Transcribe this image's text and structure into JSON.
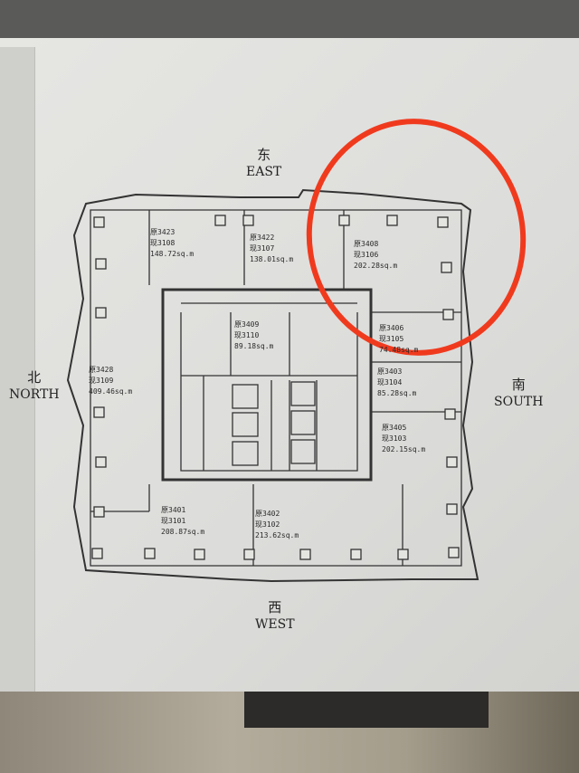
{
  "directions": {
    "east": {
      "cn": "东",
      "en": "EAST"
    },
    "north": {
      "cn": "北",
      "en": "NORTH"
    },
    "south": {
      "cn": "南",
      "en": "SOUTH"
    },
    "west": {
      "cn": "西",
      "en": "WEST"
    }
  },
  "rooms": [
    {
      "old": "原3423",
      "new": "现3108",
      "area": "148.72sq.m"
    },
    {
      "old": "原3422",
      "new": "现3107",
      "area": "138.01sq.m"
    },
    {
      "old": "原3408",
      "new": "现3106",
      "area": "202.28sq.m"
    },
    {
      "old": "原3409",
      "new": "现3110",
      "area": "89.18sq.m"
    },
    {
      "old": "原3406",
      "new": "现3105",
      "area": "74.48sq.m"
    },
    {
      "old": "原3428",
      "new": "现3109",
      "area": "409.46sq.m"
    },
    {
      "old": "原3403",
      "new": "现3104",
      "area": "85.28sq.m"
    },
    {
      "old": "原3405",
      "new": "现3103",
      "area": "202.15sq.m"
    },
    {
      "old": "原3401",
      "new": "现3101",
      "area": "208.87sq.m"
    },
    {
      "old": "原3402",
      "new": "现3102",
      "area": "213.62sq.m"
    }
  ],
  "highlight_color": "#f03a1e"
}
